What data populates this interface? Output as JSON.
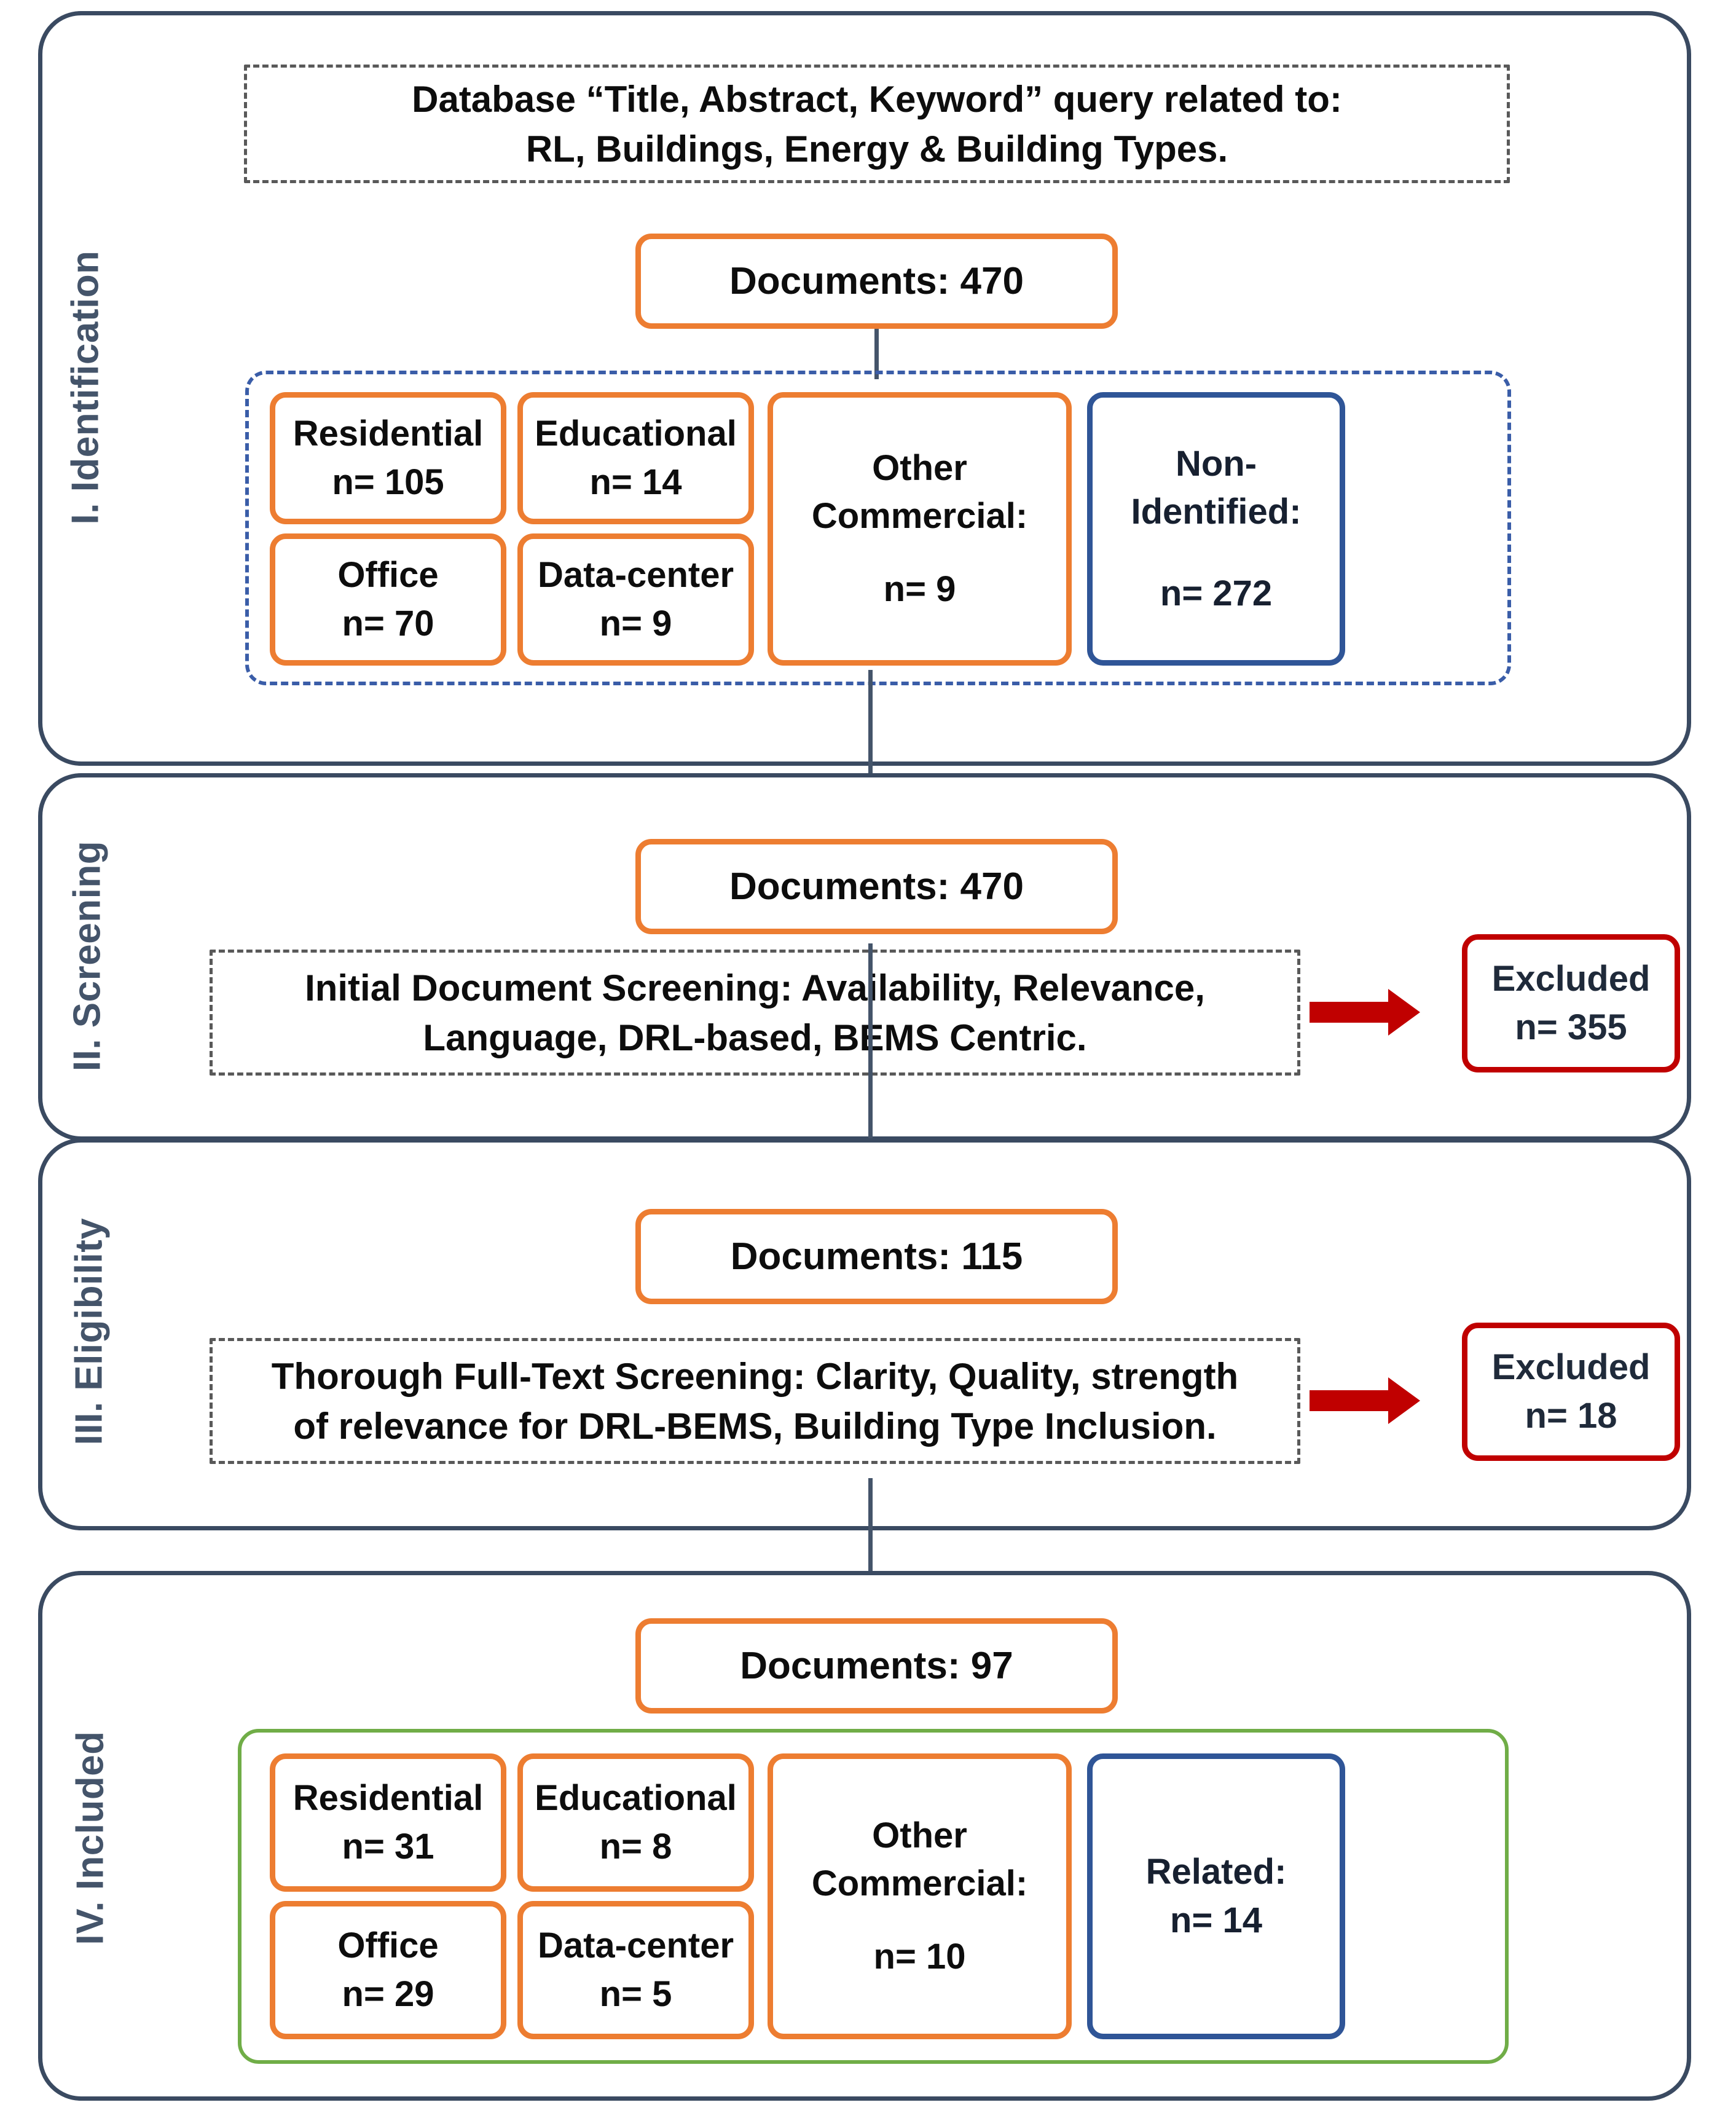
{
  "diagram": {
    "title": "PRISMA document selection flow",
    "colors": {
      "stage_border": "#3A4A61",
      "stage_label": "#44546A",
      "orange": "#ED7D31",
      "blue": "#2F5597",
      "red": "#C00000",
      "green": "#70AD47",
      "connector": "#44546A",
      "dash_gray": "#595959"
    }
  },
  "stages": [
    {
      "id": "identification",
      "label": "I. Identification",
      "query_box": {
        "line1": "Database “Title, Abstract, Keyword” query related to:",
        "line2": "RL, Buildings, Energy & Building Types."
      },
      "documents_box": "Documents: 470",
      "building_types": [
        {
          "name": "Residential",
          "count": "n= 105",
          "type": "orange"
        },
        {
          "name": "Educational",
          "count": "n= 14",
          "type": "orange"
        },
        {
          "name": "Office",
          "count": "n= 70",
          "type": "orange"
        },
        {
          "name": "Data-center",
          "count": "n= 9",
          "type": "orange"
        },
        {
          "name": "Other Commercial:",
          "name_l1": "Other",
          "name_l2": "Commercial:",
          "count": "n= 9",
          "type": "orange"
        },
        {
          "name": "Non-Identified:",
          "name_l1": "Non-",
          "name_l2": "Identified:",
          "count": "n= 272",
          "type": "blue"
        }
      ]
    },
    {
      "id": "screening",
      "label": "II. Screening",
      "documents_box": "Documents: 470",
      "criteria_box": {
        "line1": "Initial Document Screening: Availability, Relevance,",
        "line2": "Language, DRL-based, BEMS Centric."
      },
      "excluded": {
        "label": "Excluded",
        "count": "n= 355"
      }
    },
    {
      "id": "eligibility",
      "label": "III. Eligibility",
      "documents_box": "Documents: 115",
      "criteria_box": {
        "line1": "Thorough Full-Text Screening: Clarity, Quality, strength",
        "line2": "of relevance for DRL-BEMS, Building Type Inclusion."
      },
      "excluded": {
        "label": "Excluded",
        "count": "n= 18"
      }
    },
    {
      "id": "included",
      "label": "IV. Included",
      "documents_box": "Documents: 97",
      "building_types": [
        {
          "name": "Residential",
          "count": "n= 31",
          "type": "orange"
        },
        {
          "name": "Educational",
          "count": "n= 8",
          "type": "orange"
        },
        {
          "name": "Office",
          "count": "n= 29",
          "type": "orange"
        },
        {
          "name": "Data-center",
          "count": "n= 5",
          "type": "orange"
        },
        {
          "name": "Other Commercial:",
          "name_l1": "Other",
          "name_l2": "Commercial:",
          "count": "n= 10",
          "type": "orange"
        },
        {
          "name": "Related:",
          "name_l1": "Related:",
          "name_l2": "",
          "count": "n= 14",
          "type": "blue"
        }
      ]
    }
  ],
  "chart_data": {
    "type": "table",
    "title": "PRISMA flow counts",
    "identification": {
      "total": 470,
      "Residential": 105,
      "Educational": 14,
      "Office": 70,
      "Data-center": 9,
      "Other Commercial": 9,
      "Non-Identified": 272
    },
    "screening": {
      "in": 470,
      "excluded": 355
    },
    "eligibility": {
      "in": 115,
      "excluded": 18
    },
    "included": {
      "total": 97,
      "Residential": 31,
      "Educational": 8,
      "Office": 29,
      "Data-center": 5,
      "Other Commercial": 10,
      "Related": 14
    }
  }
}
